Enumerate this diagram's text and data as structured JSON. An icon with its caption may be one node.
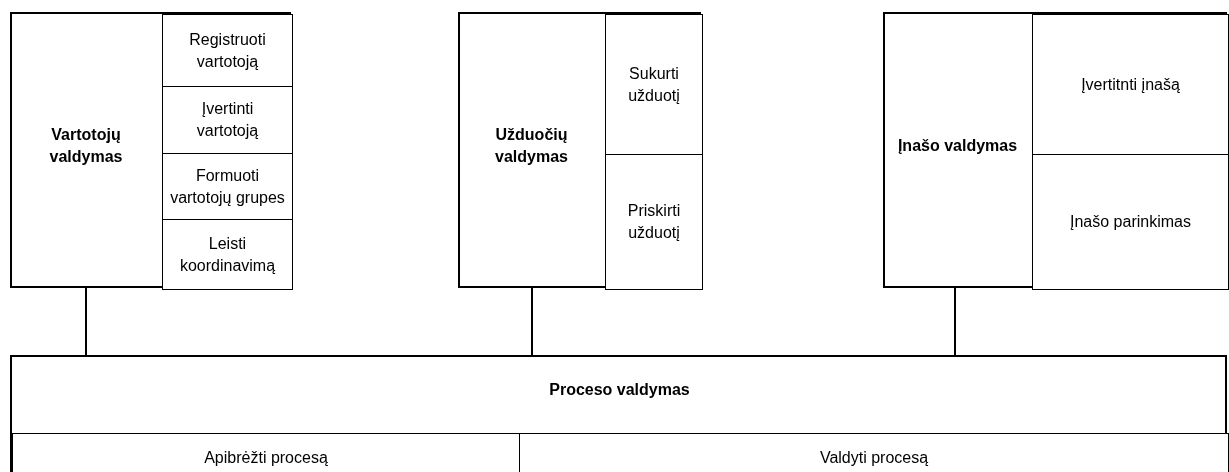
{
  "diagram": {
    "nodes": [
      {
        "text": [
          "Vartotojų valdymas"
        ]
      },
      {
        "text": [
          "Registruoti vartotoją"
        ],
        "in": 0
      },
      {
        "text": [
          "Įvertinti vartotoją"
        ],
        "in": 0
      },
      {
        "text": [
          "Formuoti vartotojų grupes"
        ],
        "in": 0
      },
      {
        "text": [
          "Leisti koordinavimą"
        ],
        "in": 0
      },
      {
        "text": [
          "Užduočių valdymas"
        ]
      },
      {
        "text": [
          "Sukurti užduotį"
        ],
        "in": 5
      },
      {
        "text": [
          "Priskirti užduotį"
        ],
        "in": 5
      },
      {
        "text": [
          "Įnašo valdymas"
        ]
      },
      {
        "text": [
          "Įvertitnti įnašą"
        ],
        "in": 8
      },
      {
        "text": [
          "Įnašo parinkimas"
        ],
        "in": 8
      },
      {
        "text": [
          "Proceso valdymas"
        ]
      },
      {
        "text": [
          "Apibrėžti procesą"
        ],
        "in": 11
      },
      {
        "text": [
          "Valdyti procesą"
        ],
        "in": 11
      }
    ],
    "edges": [
      {
        "from": 0,
        "to": 11,
        "arrow": "none"
      },
      {
        "from": 5,
        "to": 11,
        "arrow": "none"
      },
      {
        "from": 8,
        "to": 11,
        "arrow": "none"
      }
    ]
  }
}
